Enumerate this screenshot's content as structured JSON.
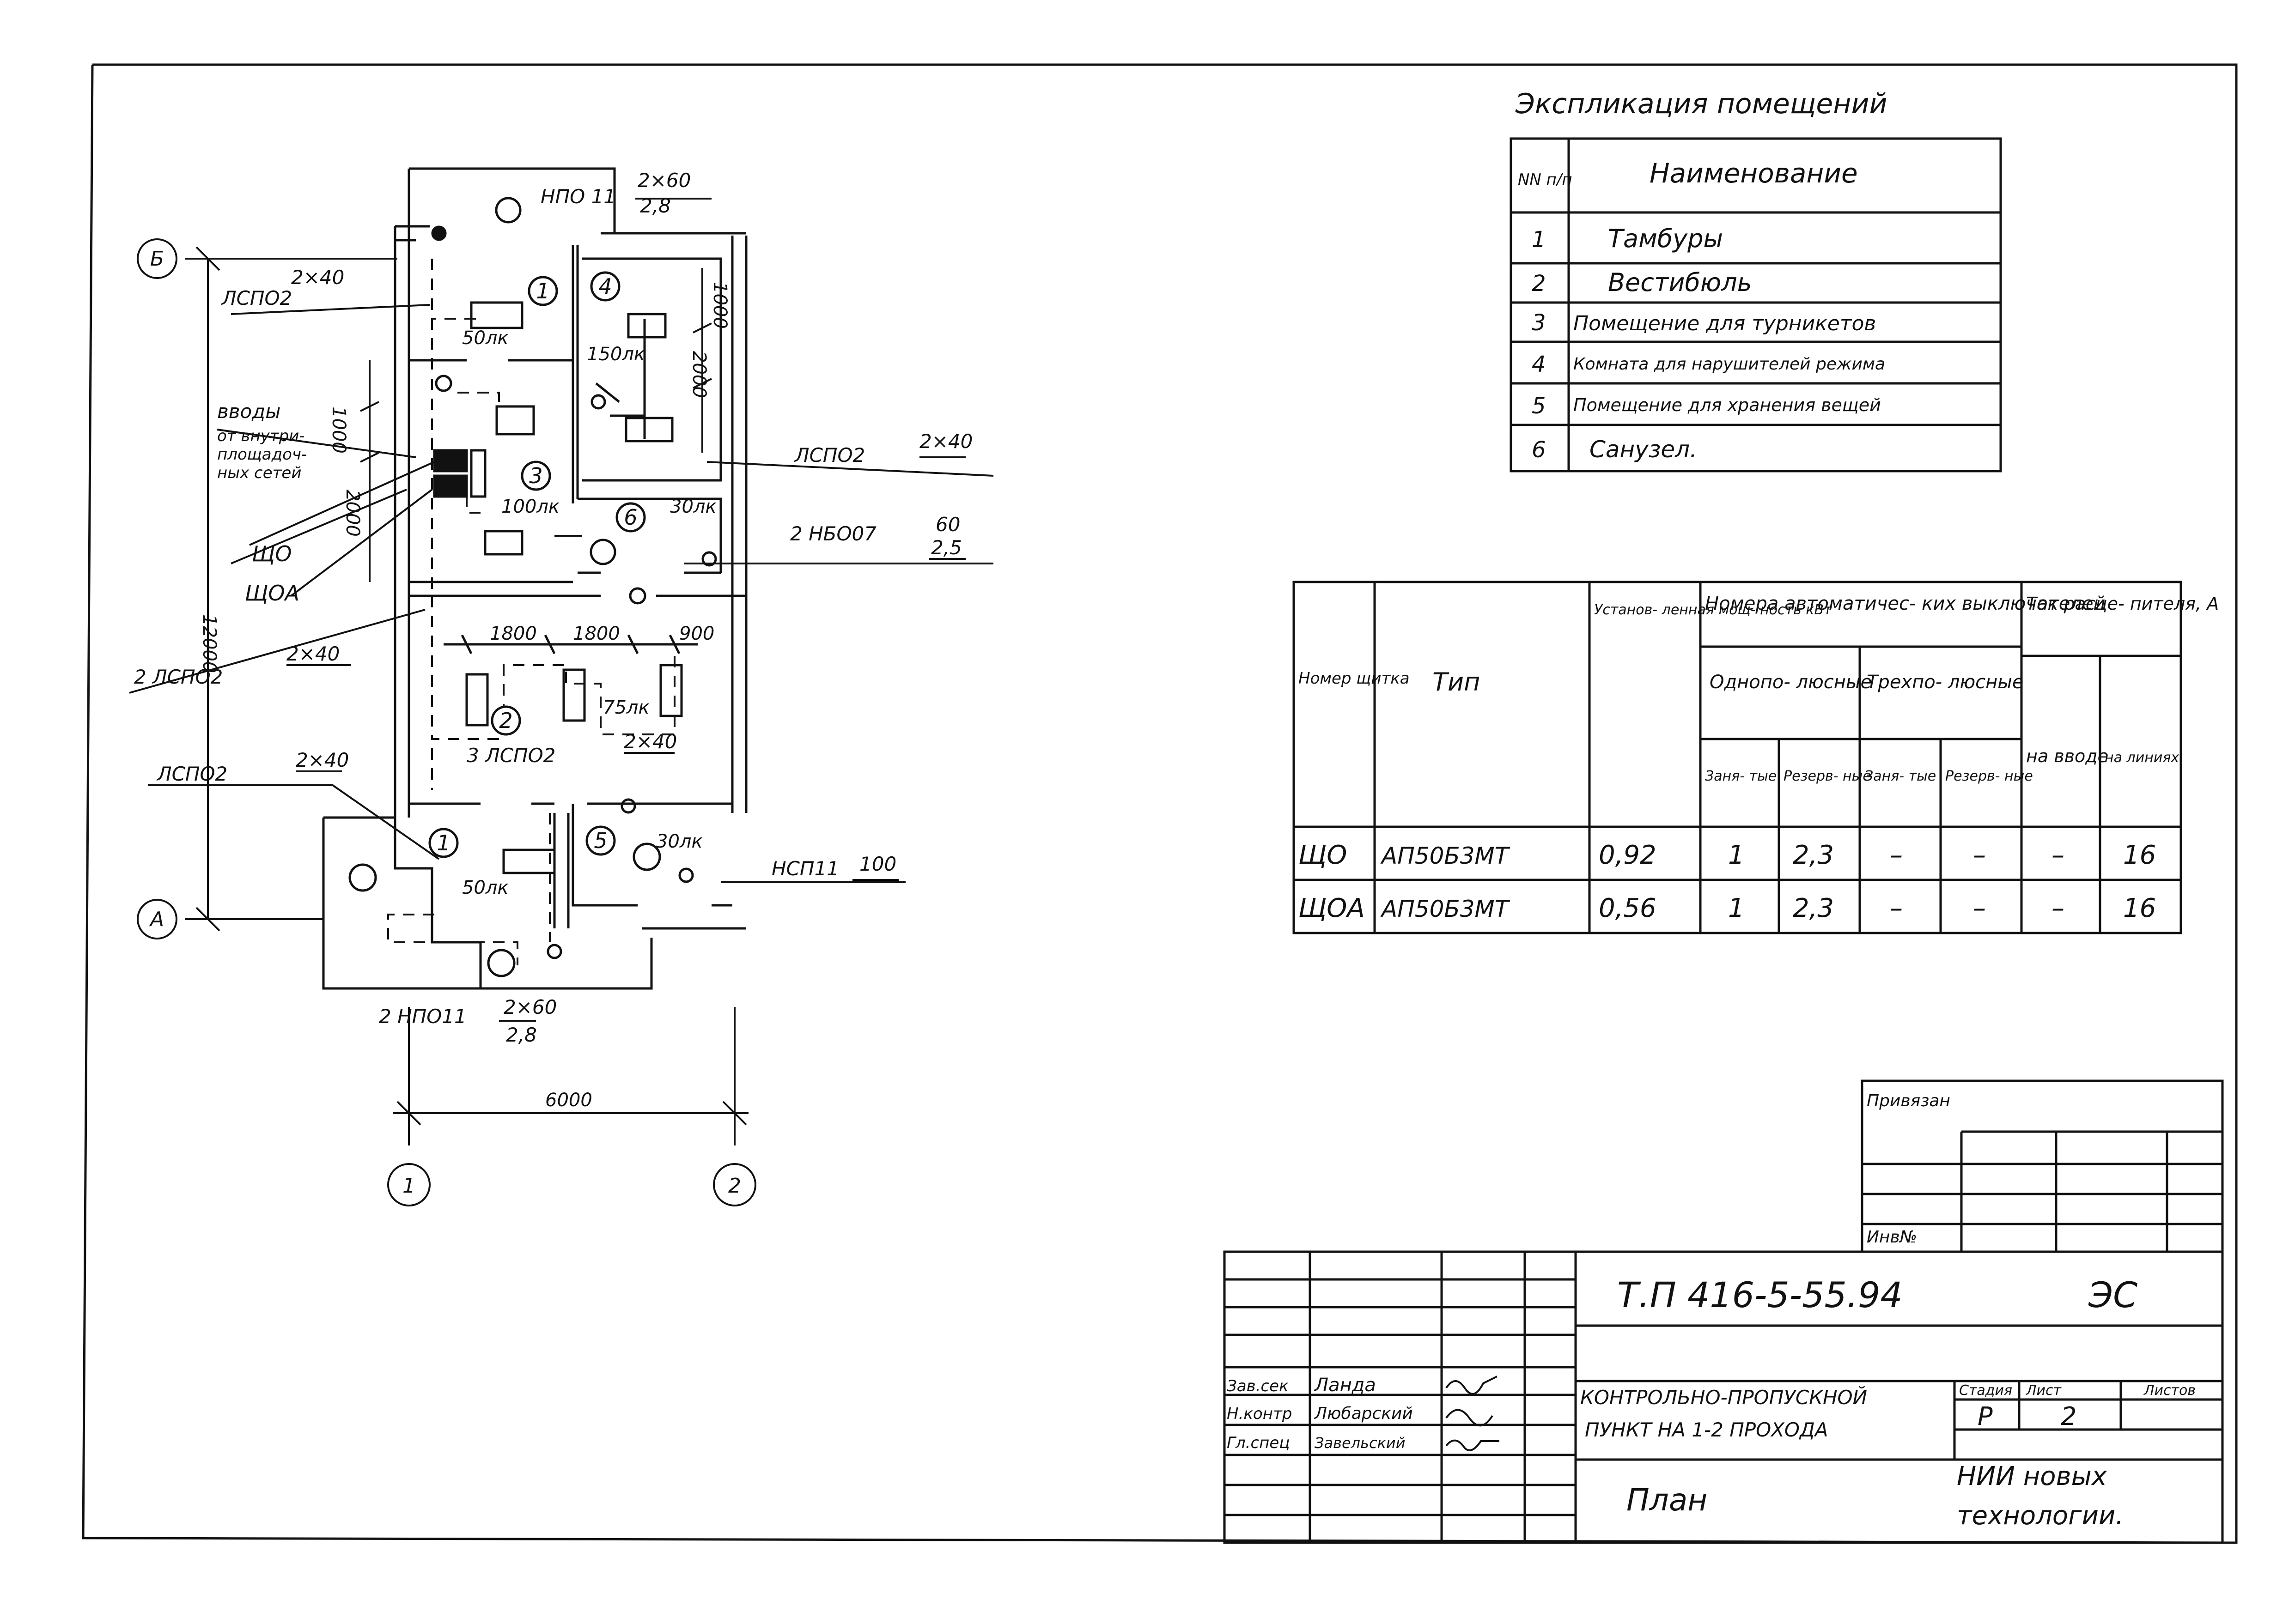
{
  "plan": {
    "axes": {
      "b": "Б",
      "a": "А",
      "one": "1",
      "two": "2"
    },
    "dims": {
      "width": "6000",
      "height": "12000",
      "d1000_left": "1000",
      "d2000_left": "2000",
      "d1000_room4": "1000",
      "d2000_room4": "2000",
      "d1800a": "1800",
      "d1800b": "1800",
      "d900": "900"
    },
    "rooms": [
      "1",
      "4",
      "3",
      "6",
      "2",
      "1",
      "5"
    ],
    "lux": {
      "r1_top": "50лк",
      "r4": "150лк",
      "r3": "100лк",
      "r6": "30лк",
      "r2": "75лк",
      "r1_bottom": "50лк",
      "r5": "30лк"
    },
    "callouts": {
      "npo_top": "НПО 11",
      "npo_top_num": "2×60",
      "npo_top_den": "2,8",
      "lspo_top": "ЛСПО2",
      "lspo_top_frac": "2×40",
      "vvody": "вводы",
      "vvody_2": "от внутри-",
      "vvody_3": "площадоч-",
      "vvody_4": "ных сетей",
      "shu": "ЩО",
      "shua": "ЩОА",
      "lspo_r4": "ЛСПО2",
      "lspo_r4_frac": "2×40",
      "nbo": "2 НБО07",
      "nbo_num": "60",
      "nbo_den": "2,5",
      "lspo_2": "2 ЛСПО2",
      "lspo_2_frac": "2×40",
      "lspo_3": "3 ЛСПО2",
      "lspo_3_frac": "2×40",
      "lspo_bot": "ЛСПО2",
      "lspo_bot_frac": "2×40",
      "nspo": "НСП11",
      "nspo_frac": "100",
      "npo_bot": "2 НПО11",
      "npo_bot_num": "2×60",
      "npo_bot_den": "2,8"
    }
  },
  "explication": {
    "title": "Экспликация помещений",
    "header_no": "NN п/п",
    "header_name": "Наименование",
    "rows": [
      {
        "no": "1",
        "name": "Тамбуры"
      },
      {
        "no": "2",
        "name": "Вестибюль"
      },
      {
        "no": "3",
        "name": "Помещение для турникетов"
      },
      {
        "no": "4",
        "name": "Комната для нарушителей режима"
      },
      {
        "no": "5",
        "name": "Помещение для хранения вещей"
      },
      {
        "no": "6",
        "name": "Санузел."
      }
    ]
  },
  "panel_table": {
    "h_number": "Номер щитка",
    "h_type": "Тип",
    "h_power": "Установ- ленная мощ- ность кВт",
    "h_breakers": "Номера автоматичес- ких выключателей",
    "h_single": "Однопо- люсные",
    "h_triple": "Трехпо- люсные",
    "h_used": "Заня- тые",
    "h_reserve": "Резерв- ные",
    "h_current": "Ток расце- пителя, А",
    "h_input": "на вводе",
    "h_lines": "на линиях",
    "rows": [
      {
        "num": "ЩО",
        "type": "АП50Б3МТ",
        "power": "0,92",
        "s_used": "1",
        "s_res": "2,3",
        "t_used": "–",
        "t_res": "–",
        "in": "–",
        "line": "16"
      },
      {
        "num": "ЩОА",
        "type": "АП50Б3МТ",
        "power": "0,56",
        "s_used": "1",
        "s_res": "2,3",
        "t_used": "–",
        "t_res": "–",
        "in": "–",
        "line": "16"
      }
    ]
  },
  "stamp": {
    "privyazan": "Привязан",
    "inv": "Инв№",
    "code": "Т.П 416-5-55.94",
    "mark": "ЭС",
    "title_1": "КОНТРОЛЬНО-ПРОПУСКНОЙ",
    "title_2": "ПУНКТ НА 1-2 ПРОХОДА",
    "sheet_title": "План",
    "stage_label": "Стадия",
    "sheet_label": "Лист",
    "sheets_label": "Листов",
    "stage": "Р",
    "sheet": "2",
    "org_1": "НИИ новых",
    "org_2": "технологии.",
    "roles": [
      {
        "role": "Зав.сек",
        "name": "Ланда"
      },
      {
        "role": "Н.контр",
        "name": "Любарский"
      },
      {
        "role": "Гл.спец",
        "name": "Завельский"
      }
    ]
  }
}
